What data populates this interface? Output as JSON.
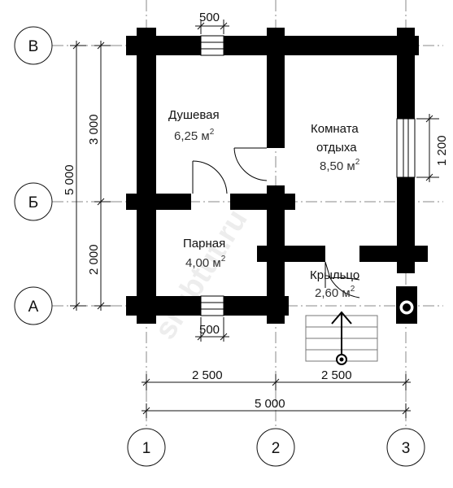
{
  "axes": {
    "rows": [
      {
        "label": "В"
      },
      {
        "label": "Б"
      },
      {
        "label": "А"
      }
    ],
    "columns": [
      {
        "label": "1"
      },
      {
        "label": "2"
      },
      {
        "label": "3"
      }
    ]
  },
  "rooms": [
    {
      "name": "Душевая",
      "area_value": "6,25 м",
      "area_sup": "2"
    },
    {
      "name_line1": "Комната",
      "name_line2": "отдыха",
      "area_value": "8,50 м",
      "area_sup": "2"
    },
    {
      "name": "Парная",
      "area_value": "4,00 м",
      "area_sup": "2"
    },
    {
      "name": "Крыльцо",
      "area_value": "2,60 м",
      "area_sup": "2"
    }
  ],
  "dimensions": {
    "window_top": "500",
    "window_bottom": "500",
    "window_right": "1 200",
    "left_upper": "3 000",
    "left_lower": "2 000",
    "left_total": "5 000",
    "bottom_left": "2 500",
    "bottom_right": "2 500",
    "bottom_total": "5 000"
  },
  "colors": {
    "wall": "#000000",
    "line": "#111111",
    "axis_dash": "#8a8a8a"
  },
  "watermark": "srubtut.ru"
}
